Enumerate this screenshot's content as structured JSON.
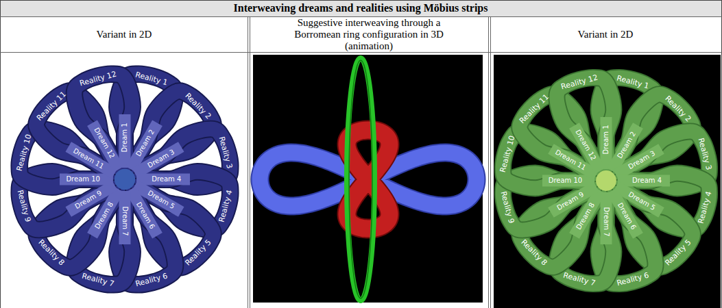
{
  "diagram": {
    "title": "Interweaving dreams and realities using Möbius strips",
    "labels": [
      "Variant in 2D",
      "Suggestive interweaving through a Borromean ring configuration in 3D (animation)",
      "Variant in 2D",
      "Reality 1",
      "Reality 2",
      "Reality 3",
      "Reality 4",
      "Reality 5",
      "Reality 6",
      "Reality 7",
      "Reality 8",
      "Reality 9",
      "Reality 10",
      "Reality 11",
      "Reality 12",
      "Dream 1",
      "Dream 2",
      "Dream 3",
      "Dream 4",
      "Dream 5",
      "Dream 6",
      "Dream 7",
      "Dream 8",
      "Dream 9",
      "Dream 10",
      "Dream 11",
      "Dream 12",
      "Reality 1",
      "Reality 2",
      "Reality 3",
      "Reality 4",
      "Reality 5",
      "Reality 6",
      "Reality 7",
      "Reality 8",
      "Reality 9",
      "Reality 10",
      "Reality 11",
      "Reality 12",
      "Dream 1",
      "Dream 2",
      "Dream 3",
      "Dream 4",
      "Dream 5",
      "Dream 6",
      "Dream 7",
      "Dream 8",
      "Dream 9",
      "Dream 10",
      "Dream 11",
      "Dream 12"
    ]
  }
}
